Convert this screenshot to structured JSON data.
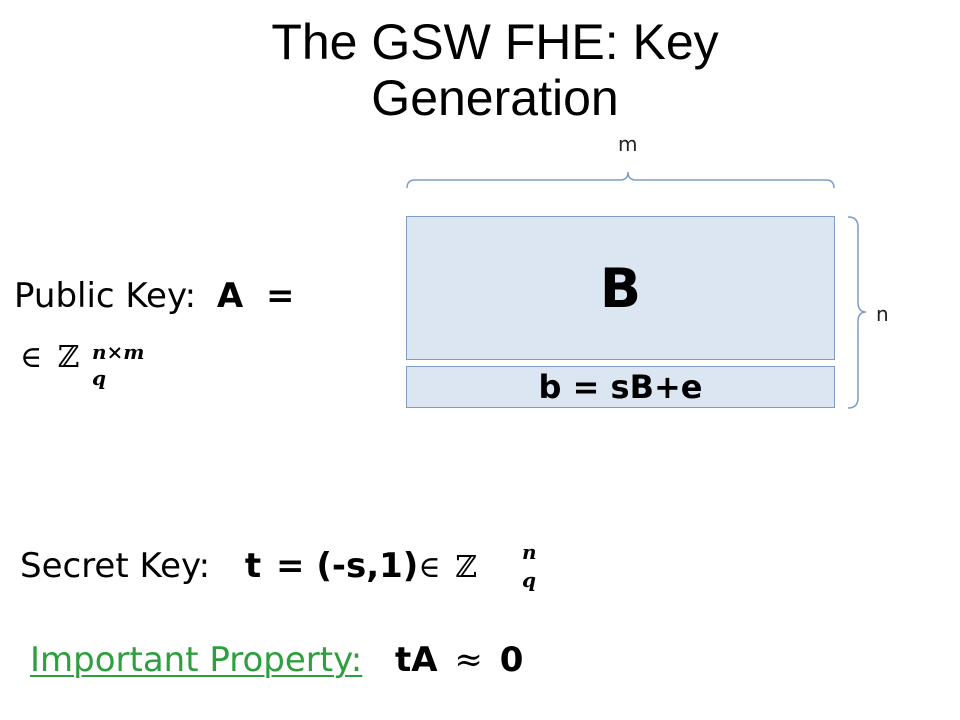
{
  "slide": {
    "title": "The GSW FHE:  Key Generation"
  },
  "diagram": {
    "m_label": "m",
    "n_label": "n",
    "matrix_B_label": "B",
    "row_b_label": "b = sB+e",
    "fill_color": "#dce6f2",
    "border_color": "#7f9cc4"
  },
  "public_key": {
    "label": "Public Key:",
    "var": "A",
    "equals": "=",
    "member": "∈",
    "set": "ℤ",
    "superscript": "n×m",
    "subscript": "q"
  },
  "secret_key": {
    "label": "Secret Key:",
    "var": "t",
    "value": "= (-s,1)",
    "member": "∈",
    "set": "ℤ",
    "superscript": "n",
    "subscript": "q"
  },
  "property": {
    "link_label": "Important Property:",
    "lhs": "tA",
    "approx": "≈",
    "rhs": "0",
    "link_color": "#2e9f3e"
  }
}
